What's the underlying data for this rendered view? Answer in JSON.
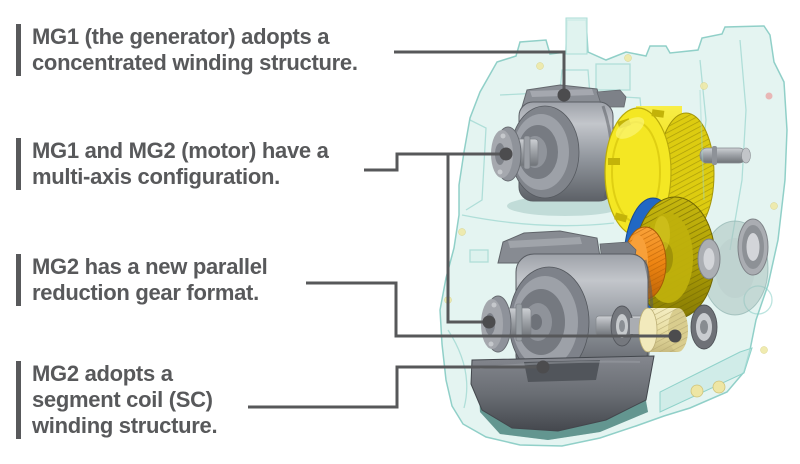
{
  "colors": {
    "background": "#ffffff",
    "text": "#58595b",
    "callout_line": "#57585a",
    "callout_dot": "#4c4c4e",
    "housing": "#d7efeb",
    "housing_edge": "#7fc8c0",
    "gear_yellow": "#f2e11c",
    "gear_olive": "#b0a106",
    "gear_orange": "#ee8512",
    "gear_blue": "#2268c4",
    "gear_cream": "#e9dfa4",
    "metal_gray": "#9a9ea5"
  },
  "callouts": [
    {
      "id": "mg1-winding",
      "lines": [
        "MG1 (the generator) adopts a",
        "concentrated winding structure."
      ]
    },
    {
      "id": "multi-axis",
      "lines": [
        "MG1 and MG2 (motor) have a",
        "multi-axis configuration."
      ]
    },
    {
      "id": "reduction-gear",
      "lines": [
        "MG2 has a new parallel",
        "reduction gear format."
      ]
    },
    {
      "id": "sc-winding",
      "lines": [
        "MG2 adopts a",
        "segment coil (SC)",
        "winding structure."
      ]
    }
  ],
  "diagram": {
    "parts": [
      {
        "name": "transaxle-housing",
        "color": "#d7efeb"
      },
      {
        "name": "mg1-generator",
        "color": "#9a9ea5"
      },
      {
        "name": "mg1-drive-gear",
        "color": "#f2e11c"
      },
      {
        "name": "mg2-motor",
        "color": "#9a9ea5"
      },
      {
        "name": "mg2-drive-gear",
        "color": "#2268c4"
      },
      {
        "name": "reduction-gear",
        "color": "#ee8512"
      },
      {
        "name": "counter-driven-gear",
        "color": "#b0a106"
      },
      {
        "name": "output-shaft-gear",
        "color": "#e9dfa4"
      }
    ]
  }
}
